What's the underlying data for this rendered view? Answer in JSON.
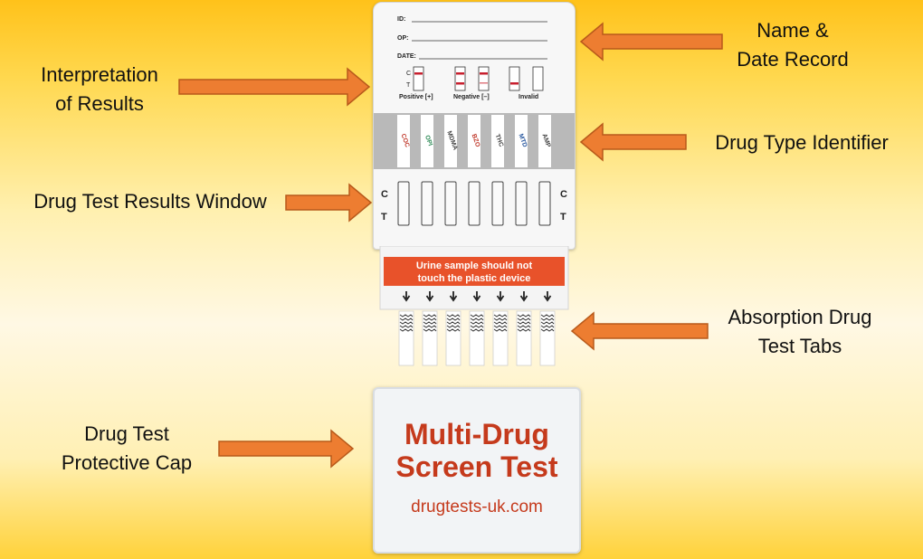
{
  "labels": {
    "name_date": [
      "Name &",
      "Date Record"
    ],
    "interpretation": [
      "Interpretation",
      "of Results"
    ],
    "drug_type": "Drug Type Identifier",
    "results_window": "Drug Test Results Window",
    "absorption": [
      "Absorption Drug",
      "Test Tabs"
    ],
    "protective_cap": [
      "Drug Test",
      "Protective Cap"
    ]
  },
  "device": {
    "fields": [
      "ID:",
      "OP:",
      "DATE:"
    ],
    "legend": {
      "positive": "Positive [+]",
      "negative": "Negative [–]",
      "invalid": "Invalid",
      "c": "C",
      "t": "T"
    },
    "strip_codes": [
      "COC",
      "OPI",
      "MDMA",
      "BZO",
      "THC",
      "MTD",
      "AMP"
    ],
    "window_c": "C",
    "window_t": "T",
    "warning": [
      "Urine sample should not",
      "touch the plastic device"
    ]
  },
  "cap": {
    "title": [
      "Multi-Drug",
      "Screen Test"
    ],
    "url": "drugtests-uk.com"
  },
  "colors": {
    "arrow": "#ed7d31",
    "arrow_stroke": "#b85a1b",
    "warning_bg": "#e8522a",
    "cap_text": "#c53a1c"
  }
}
